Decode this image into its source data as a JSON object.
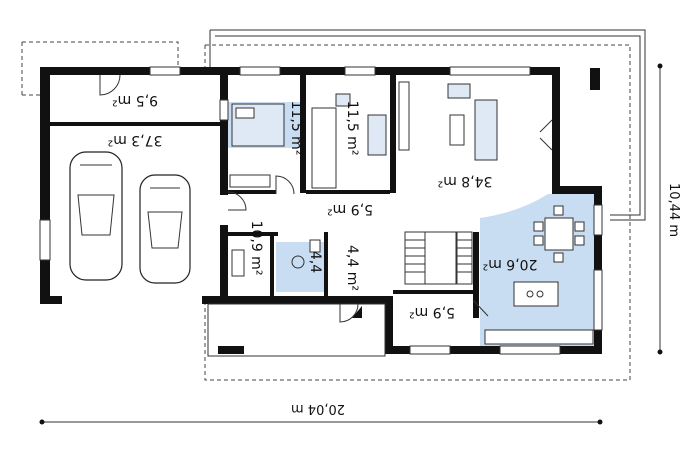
{
  "dimensions": {
    "width_label": "20,04 m",
    "depth_label": "10,44 m"
  },
  "rooms": [
    {
      "id": "garage-storage",
      "area": "9,5 m²"
    },
    {
      "id": "garage",
      "area": "37,3 m²"
    },
    {
      "id": "bedroom",
      "area": "11,5 m²"
    },
    {
      "id": "study",
      "area": "11,5 m²"
    },
    {
      "id": "living-room",
      "area": "34,8 m²"
    },
    {
      "id": "hall",
      "area": "5,9 m²"
    },
    {
      "id": "utility",
      "area": "10,9 m²"
    },
    {
      "id": "wc",
      "area": "4,4"
    },
    {
      "id": "vestibule",
      "area": "4,4 m²"
    },
    {
      "id": "kitchen-dining",
      "area": "20,6 m²"
    },
    {
      "id": "pantry",
      "area": "5,9 m²"
    }
  ],
  "colors": {
    "wall": "#111111",
    "highlight": "#c8dcf2"
  }
}
